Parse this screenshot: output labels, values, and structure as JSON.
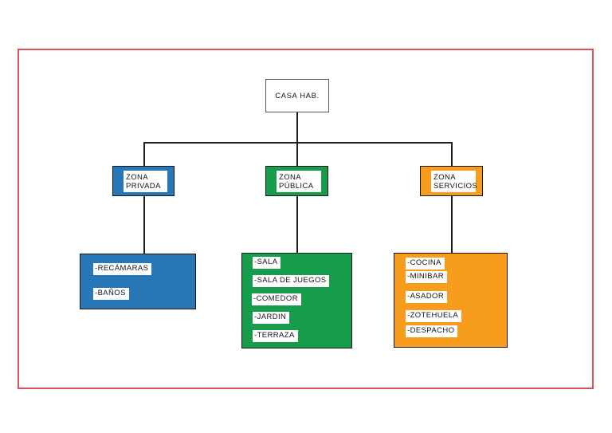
{
  "diagram": {
    "root": {
      "label": "CASA HAB."
    },
    "zones": [
      {
        "id": "zona-privada",
        "title_line1": "ZONA",
        "title_line2": "PRIVADA",
        "color": "#2878b8",
        "items": [
          "-RECÁMARAS",
          "-BAÑOS"
        ]
      },
      {
        "id": "zona-publica",
        "title_line1": "ZONA",
        "title_line2": "PÚBLICA",
        "color": "#179c4b",
        "items": [
          "-SALA",
          "-SALA DE JUEGOS",
          "-COMEDOR",
          "-JARDIN",
          "-TERRAZA"
        ]
      },
      {
        "id": "zona-servicios",
        "title_line1": "ZONA",
        "title_line2": "SERVICIOS",
        "color": "#f89c1e",
        "items": [
          "-COCINA",
          "-MINIBAR",
          "-ASADOR",
          "-ZOTEHUELA",
          "-DESPACHO"
        ]
      }
    ],
    "colors": {
      "blue": "#2878b8",
      "green": "#179c4b",
      "orange": "#f89c1e",
      "frame_red": "#de4f55",
      "connector": "#1f1f1f"
    }
  }
}
